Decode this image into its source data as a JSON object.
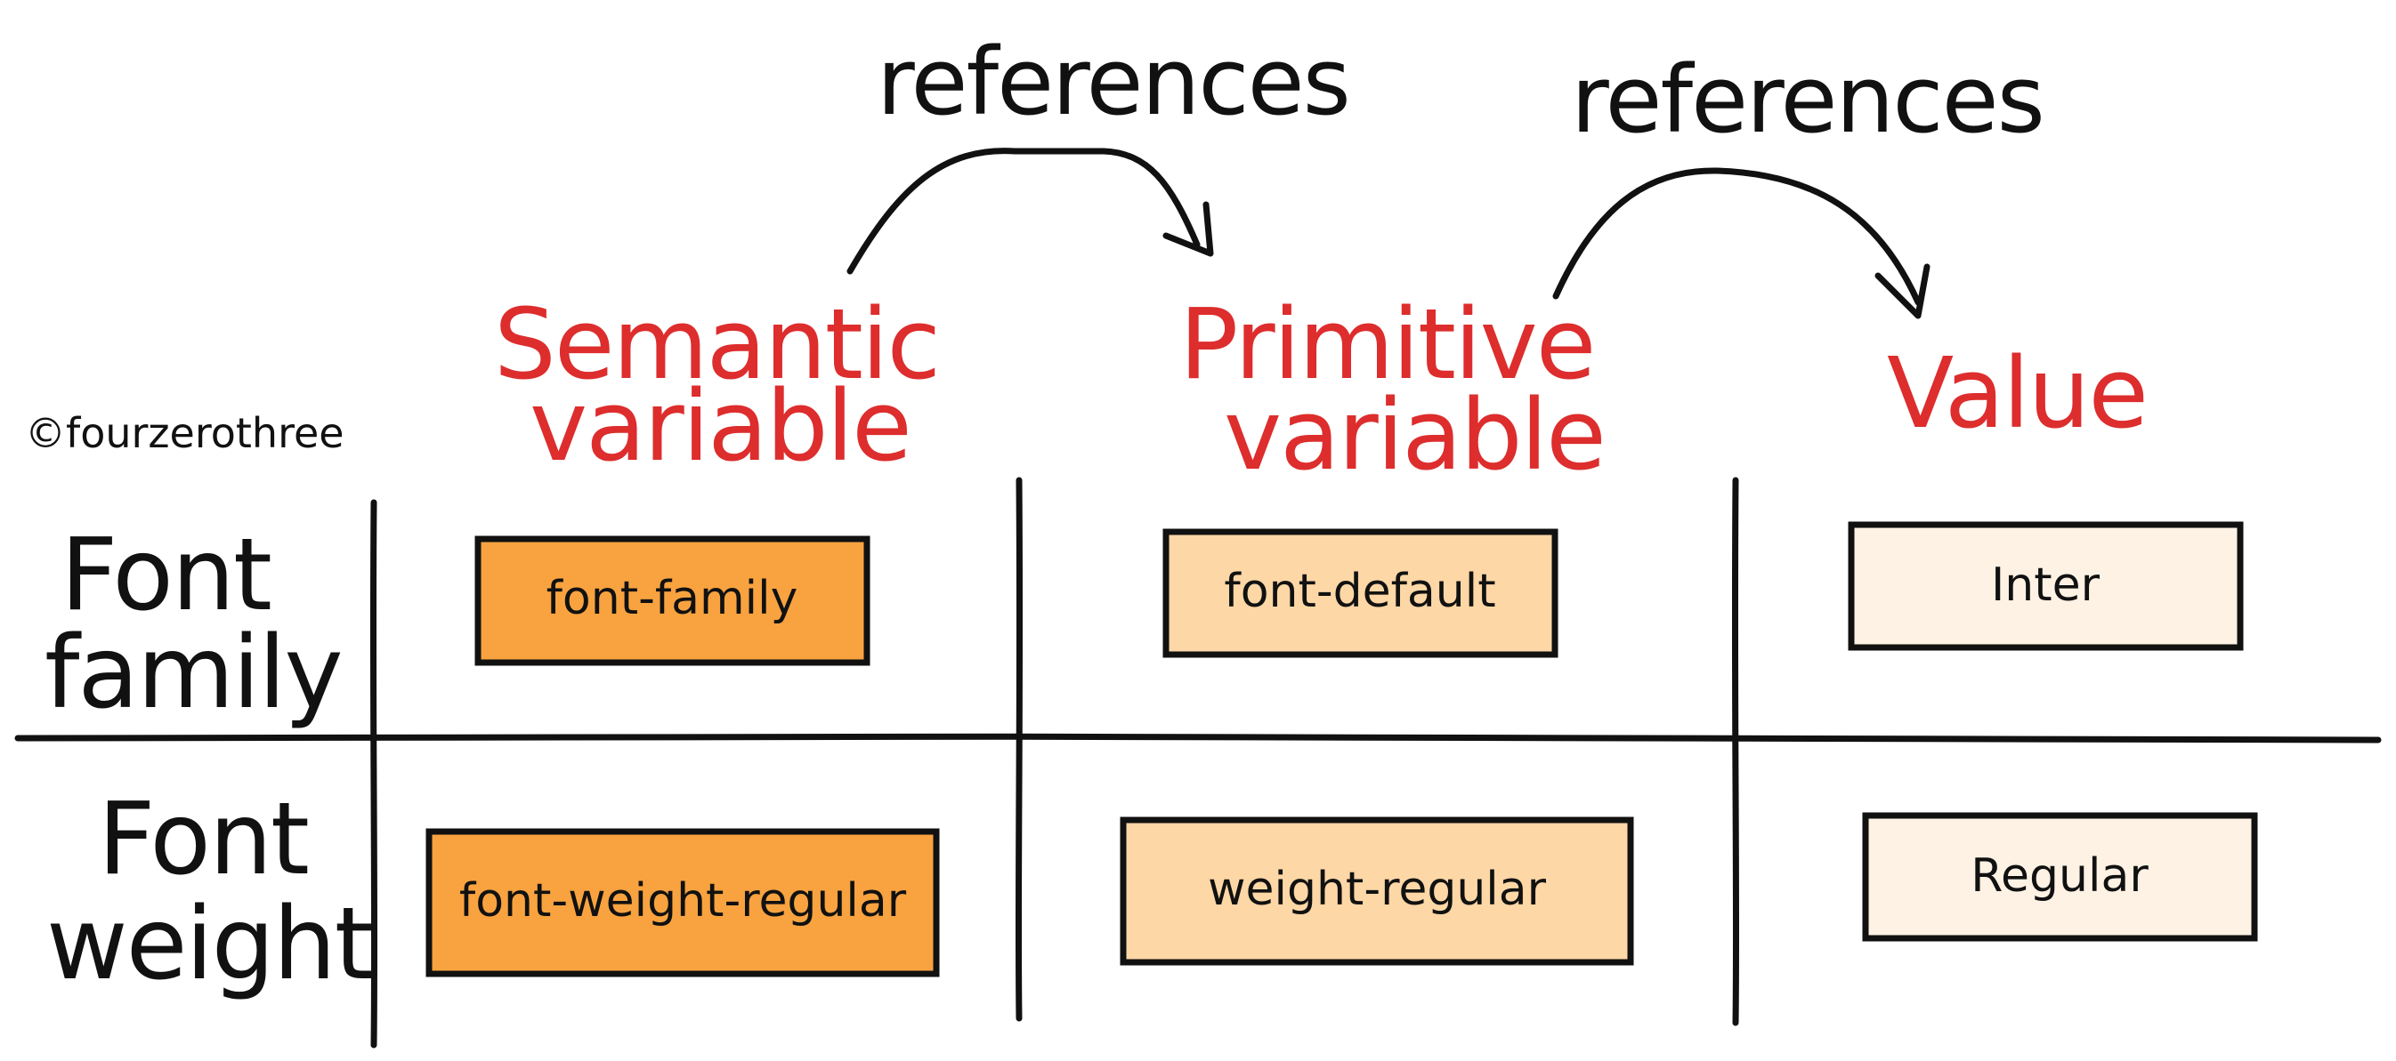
{
  "credit": "©fourzerothree",
  "arrows": [
    {
      "label": "references"
    },
    {
      "label": "references"
    }
  ],
  "columns": [
    {
      "title_lines": [
        "Semantic",
        "variable"
      ]
    },
    {
      "title_lines": [
        "Primitive",
        "variable"
      ]
    },
    {
      "title_lines": [
        "Value"
      ]
    }
  ],
  "rows": [
    {
      "label_lines": [
        "Font",
        "family"
      ],
      "cells": [
        "font-family",
        "font-default",
        "Inter"
      ]
    },
    {
      "label_lines": [
        "Font",
        "weight"
      ],
      "cells": [
        "font-weight-regular",
        "weight-regular",
        "Regular"
      ]
    }
  ],
  "colors": {
    "heading": "#dd2d2d",
    "semantic_fill": "#f8a340",
    "primitive_fill": "#fdd7a6",
    "value_fill": "#fdf2e4",
    "ink": "#111111"
  }
}
